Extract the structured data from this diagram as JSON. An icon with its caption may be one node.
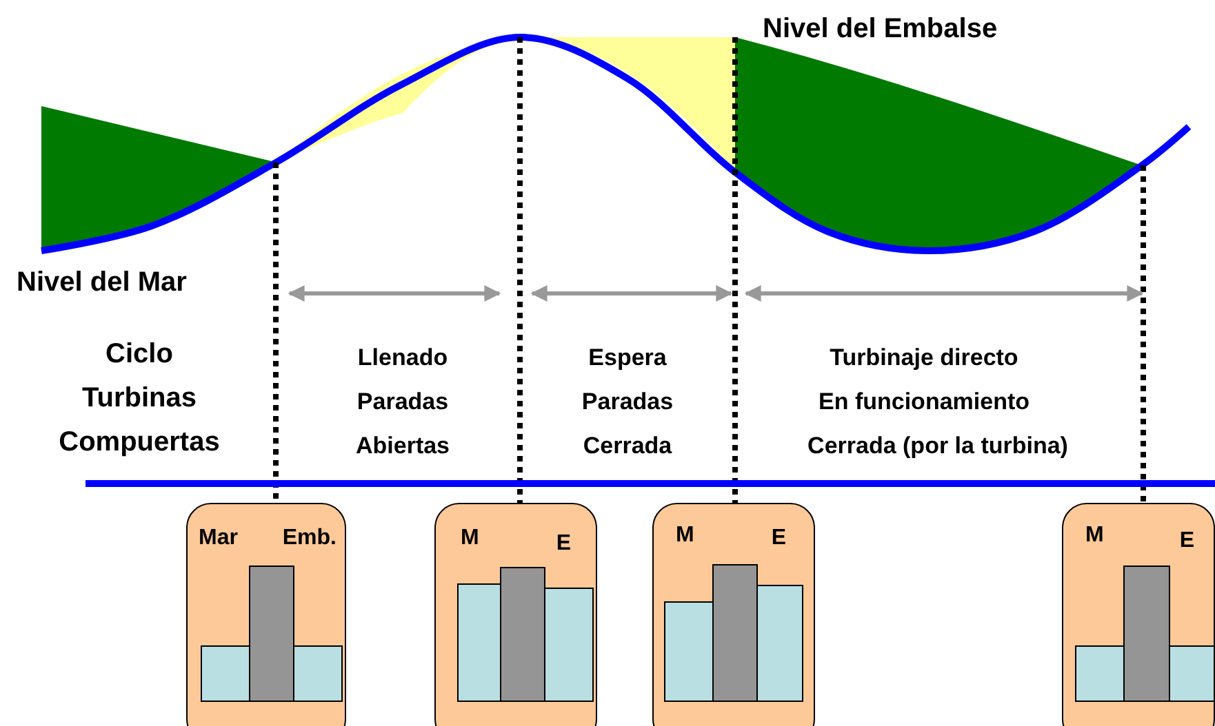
{
  "diagram": {
    "nodes": [
      {
        "text": [
          "Mar",
          "Emb."
        ]
      },
      {
        "text": [
          "M",
          "E"
        ]
      },
      {
        "text": [
          "M",
          "E"
        ]
      },
      {
        "text": [
          "M",
          "E"
        ]
      }
    ],
    "labels": [
      "Nivel del Embalse",
      "Nivel del Mar",
      "Ciclo",
      "Llenado",
      "Espera",
      "Turbinaje directo",
      "Turbinas",
      "Paradas",
      "Paradas",
      "En funcionamiento",
      "Compuertas",
      "Abiertas",
      "Cerrada",
      "Cerrada (por la turbina)"
    ]
  }
}
